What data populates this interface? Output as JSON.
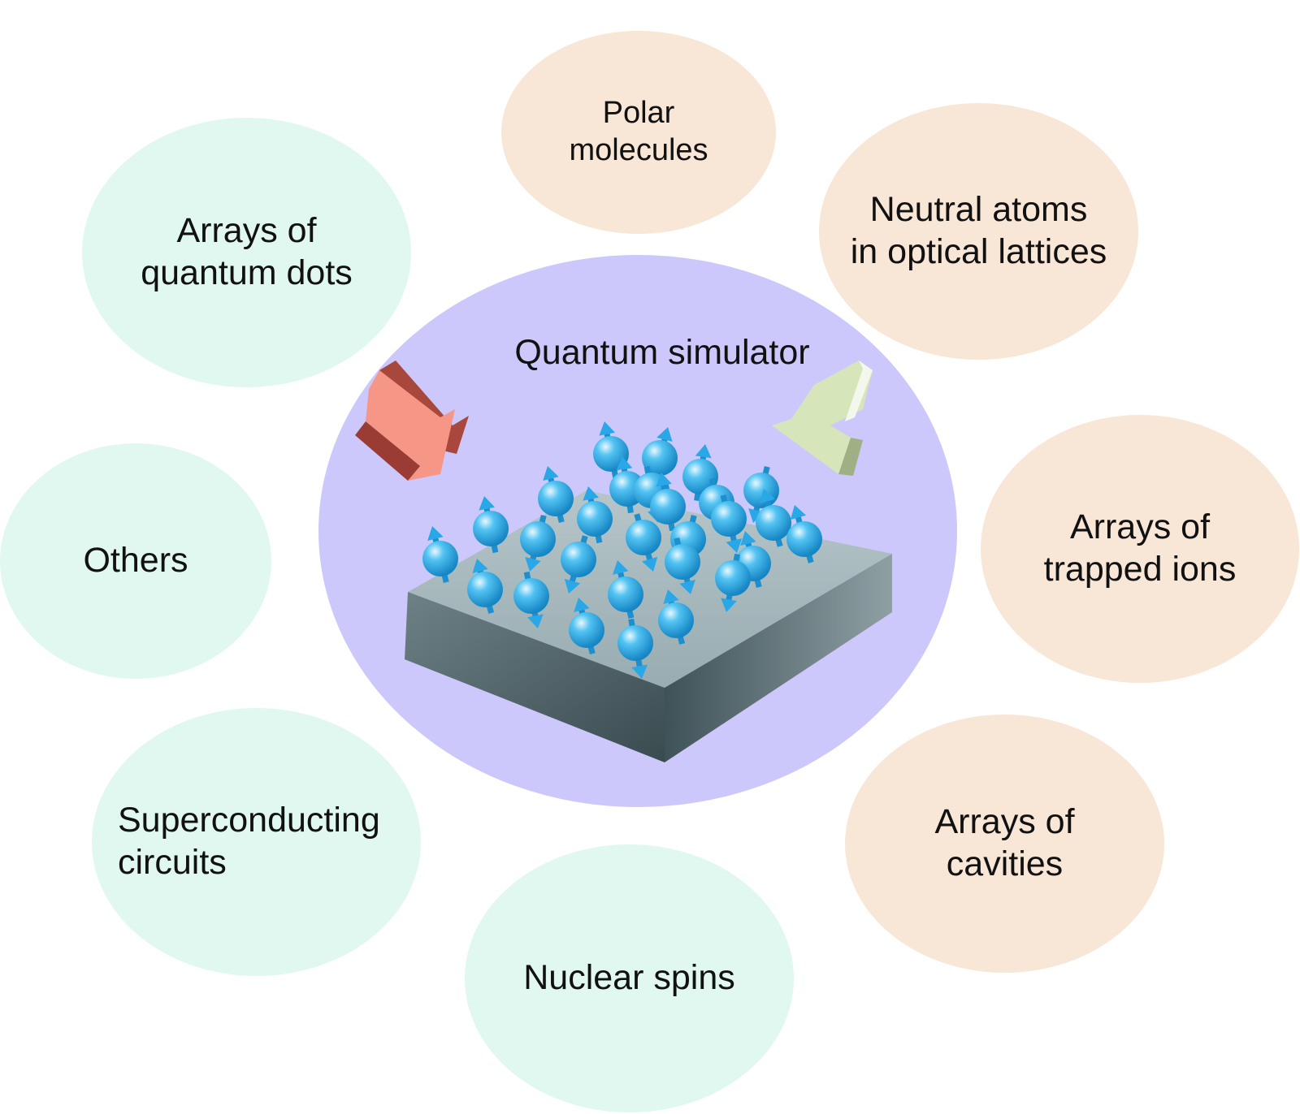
{
  "center": {
    "title": "Quantum simulator"
  },
  "bubbles": {
    "polar": "Polar\nmolecules",
    "neutral": "Neutral atoms\nin optical lattices",
    "ions": "Arrays of\ntrapped ions",
    "cavities": "Arrays of\ncavities",
    "nuclear": "Nuclear spins",
    "superconducting": "Superconducting\ncircuits",
    "others": "Others",
    "dots": "Arrays of\nquantum dots"
  },
  "colors": {
    "peach": "#f8e6d6",
    "mint": "#e0f8ef",
    "center": "#ccc8fb",
    "spin": "#2aa7e6",
    "arrow_left": "#f59686",
    "arrow_right": "#d7e5bb",
    "slab": "#9fb1b6"
  }
}
